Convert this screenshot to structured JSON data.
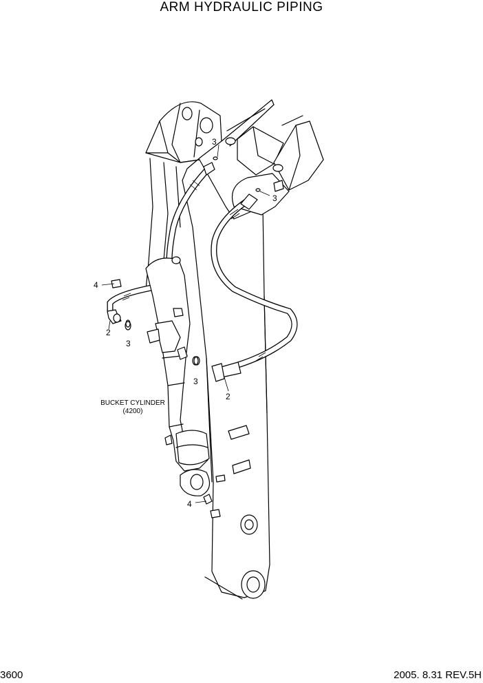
{
  "title": "ARM HYDRAULIC PIPING",
  "page_number": "3600",
  "revision": "2005. 8.31  REV.5H",
  "callouts": {
    "c3_top": "3",
    "c3_right": "3",
    "c4_left": "4",
    "c2_left": "2",
    "c3_left": "3",
    "c3_mid": "3",
    "c2_mid": "2",
    "c4_bottom": "4"
  },
  "component_label": {
    "name": "BUCKET CYLINDER",
    "code": "(4200)"
  }
}
